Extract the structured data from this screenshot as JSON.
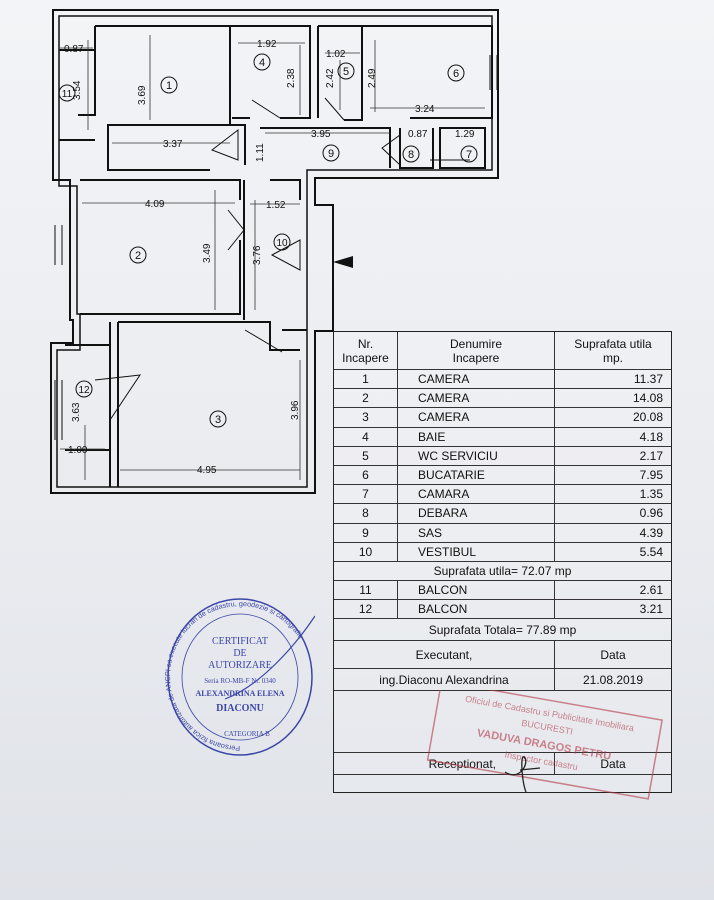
{
  "floor_plan": {
    "dimensions": [
      "0.87",
      "3.54",
      "3.69",
      "1.92",
      "2.38",
      "1.02",
      "2.42",
      "2.49",
      "3.24",
      "3.37",
      "3.95",
      "1.11",
      "0.87",
      "1.29",
      "4.09",
      "1.52",
      "3.49",
      "3.76",
      "3.63",
      "3.96",
      "1.00",
      "4.95"
    ],
    "room_numbers": [
      "1",
      "2",
      "3",
      "4",
      "5",
      "6",
      "7",
      "8",
      "9",
      "10",
      "11",
      "12"
    ]
  },
  "table": {
    "header": {
      "nr_line1": "Nr.",
      "nr_line2": "Incapere",
      "den_line1": "Denumire",
      "den_line2": "Incapere",
      "sup_line1": "Suprafata utila",
      "sup_line2": "mp."
    },
    "rooms": [
      {
        "nr": "1",
        "name": "CAMERA",
        "area": "11.37"
      },
      {
        "nr": "2",
        "name": "CAMERA",
        "area": "14.08"
      },
      {
        "nr": "3",
        "name": "CAMERA",
        "area": "20.08"
      },
      {
        "nr": "4",
        "name": "BAIE",
        "area": "4.18"
      },
      {
        "nr": "5",
        "name": "WC SERVICIU",
        "area": "2.17"
      },
      {
        "nr": "6",
        "name": "BUCATARIE",
        "area": "7.95"
      },
      {
        "nr": "7",
        "name": "CAMARA",
        "area": "1.35"
      },
      {
        "nr": "8",
        "name": "DEBARA",
        "area": "0.96"
      },
      {
        "nr": "9",
        "name": "SAS",
        "area": "4.39"
      },
      {
        "nr": "10",
        "name": "VESTIBUL",
        "area": "5.54"
      }
    ],
    "useful_total": "Suprafata utila= 72.07 mp",
    "balconies": [
      {
        "nr": "11",
        "name": "BALCON",
        "area": "2.61"
      },
      {
        "nr": "12",
        "name": "BALCON",
        "area": "3.21"
      }
    ],
    "grand_total": "Suprafata Totala= 77.89 mp",
    "executant_label": "Executant,",
    "date_label": "Data",
    "executant_name": "ing.Diaconu Alexandrina",
    "date_value": "21.08.2019",
    "receptionat_label": "Receptionat,",
    "date_label2": "Data"
  },
  "stamp_blue": {
    "line1": "CERTIFICAT",
    "line2": "DE",
    "line3": "AUTORIZARE",
    "line4": "Seria RO-MB-F  Nr. 0340",
    "line5": "ALEXANDRINA ELENA",
    "line6": "DIACONU",
    "line7": "CATEGORIA B",
    "ring": "Persoana fizica autorizata de ANCPI sa execute lucrari de cadastru, geodezie si cartografie"
  },
  "stamp_red": {
    "line1": "Oficiul de Cadastru si Publicitate Imobiliara",
    "line2": "BUCURESTI",
    "line3": "VADUVA DRAGOS PETRU",
    "line4": "Inspector cadastru"
  },
  "colors": {
    "ink": "#111111",
    "stamp_blue": "#3b46a8",
    "stamp_red": "#b23a48"
  }
}
